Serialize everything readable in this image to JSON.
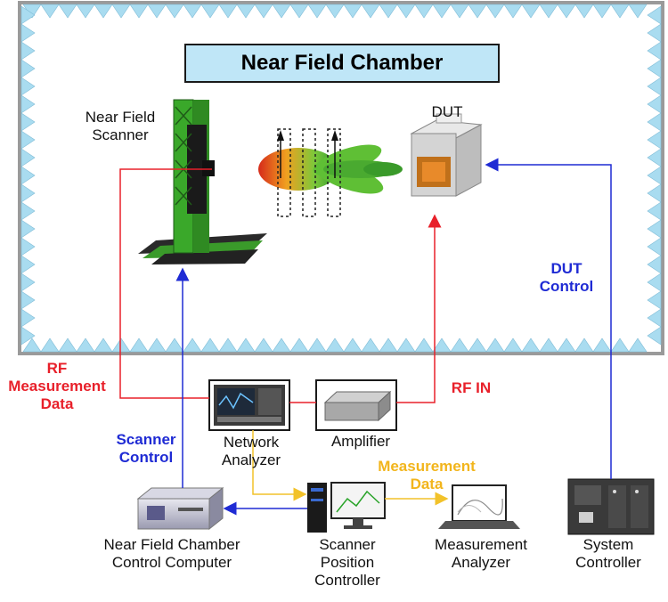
{
  "chamber": {
    "title": "Near Field Chamber",
    "wall_fill": "#ffffff",
    "absorber_color": "#a9dcf0",
    "frame_color": "#9a9a9a",
    "title_box_color": "#bfe6f7"
  },
  "devices": {
    "scanner": "Near Field\nScanner",
    "dut": "DUT",
    "network_analyzer": "Network\nAnalyzer",
    "amplifier": "Amplifier",
    "control_computer": "Near Field Chamber\nControl Computer",
    "position_controller": "Scanner\nPosition\nController",
    "measurement_analyzer": "Measurement\nAnalyzer",
    "system_controller": "System\nController"
  },
  "signals": {
    "rf_measurement": "RF\nMeasurement\nData",
    "rf_in": "RF IN",
    "scanner_control": "Scanner\nControl",
    "measurement_data": "Measurement\nData",
    "dut_control": "DUT\nControl"
  },
  "colors": {
    "rf_line": "#e8202a",
    "control_line": "#1f2bd4",
    "data_line": "#f2c22a"
  }
}
